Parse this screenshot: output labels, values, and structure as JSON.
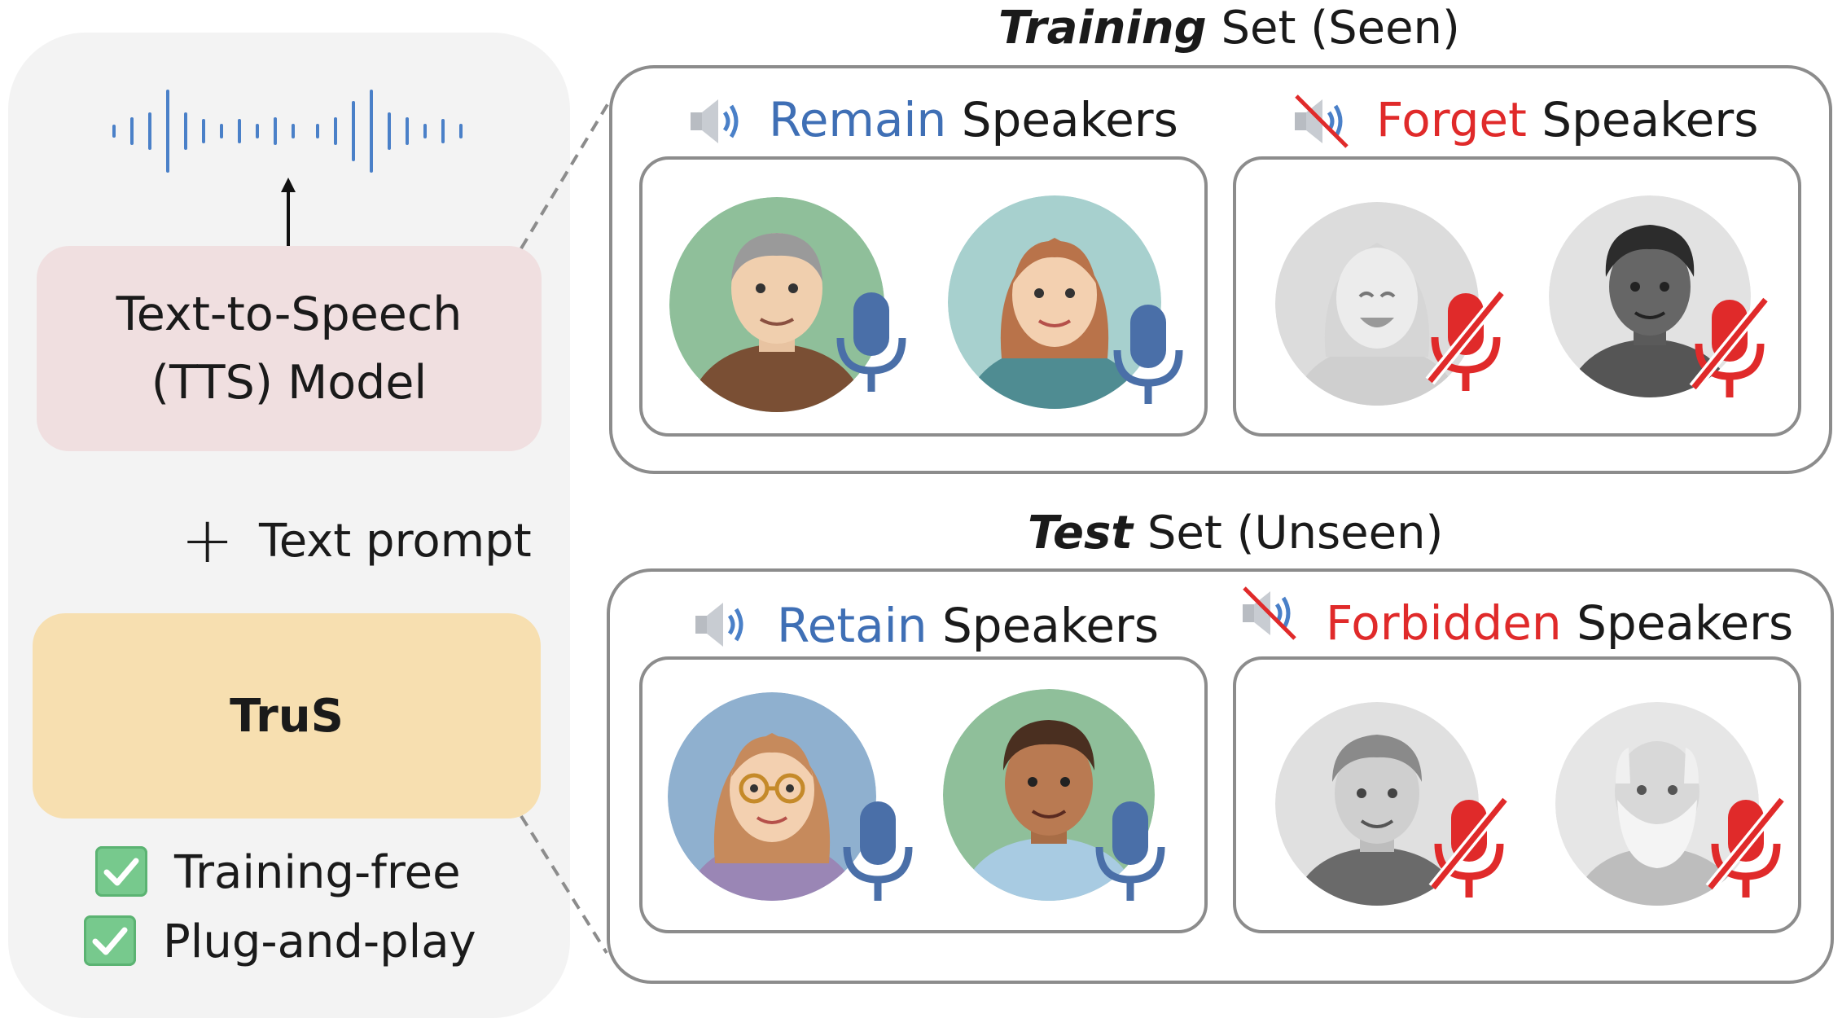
{
  "left": {
    "tts_label": "Text-to-Speech\n(TTS) Model",
    "plus_symbol": "+",
    "text_prompt": "Text prompt",
    "method_name": "TruS",
    "features": [
      "Training-free",
      "Plug-and-play"
    ]
  },
  "training_set": {
    "title_em": "Training",
    "title_rest": " Set (Seen)",
    "remain": {
      "colored": "Remain",
      "rest": " Speakers"
    },
    "forget": {
      "colored": "Forget",
      "rest": " Speakers"
    }
  },
  "test_set": {
    "title_em": "Test",
    "title_rest": " Set (Unseen)",
    "retain": {
      "colored": "Retain",
      "rest": " Speakers"
    },
    "forbidden": {
      "colored": "Forbidden",
      "rest": " Speakers"
    }
  },
  "colors": {
    "blue_accent": "#3f6fb5",
    "red_accent": "#e02a2a",
    "mic_blue": "#4a6fa8",
    "tts_box": "#f0dfe0",
    "trus_box": "#f7dfb0",
    "panel_gray": "#f3f3f3",
    "check_green": "#77c98d"
  },
  "icons": {
    "waveform": "waveform-icon",
    "arrow": "arrow-up-icon",
    "speaker": "speaker-icon",
    "speaker_muted": "speaker-muted-icon",
    "mic": "microphone-icon",
    "mic_muted": "microphone-muted-icon",
    "check": "checkmark-icon"
  }
}
